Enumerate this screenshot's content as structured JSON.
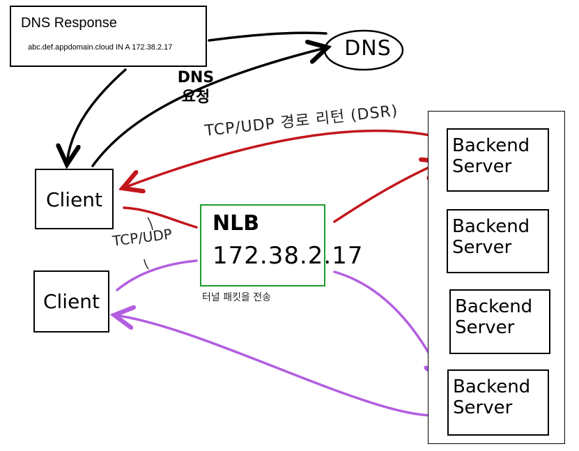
{
  "dns_response": {
    "title": "DNS Response",
    "record": "abc.def.appdomain.cloud IN A 172.38.2.17"
  },
  "dns_server": {
    "label": "DNS"
  },
  "dns_request": {
    "label_line1": "DNS",
    "label_line2": "요청"
  },
  "clients": [
    {
      "label": "Client"
    },
    {
      "label": "Client"
    }
  ],
  "nlb": {
    "title": "NLB",
    "ip": "172.38.2.17",
    "border_color": "#1e9a2a"
  },
  "backend_servers": [
    {
      "line1": "Backend",
      "line2": "Server"
    },
    {
      "line1": "Backend",
      "line2": "Server"
    },
    {
      "line1": "Backend",
      "line2": "Server"
    },
    {
      "line1": "Backend",
      "line2": "Server"
    }
  ],
  "labels": {
    "tcp_udp_return": "TCP/UDP 경로 리턴 (DSR)",
    "tcp_udp_client": "TCP/UDP",
    "tunnel_packet": "터널 패킷을 전송"
  },
  "colors": {
    "return_path": "#c2161c",
    "request_path": "#b25ee0",
    "dns_path": "#000000"
  }
}
